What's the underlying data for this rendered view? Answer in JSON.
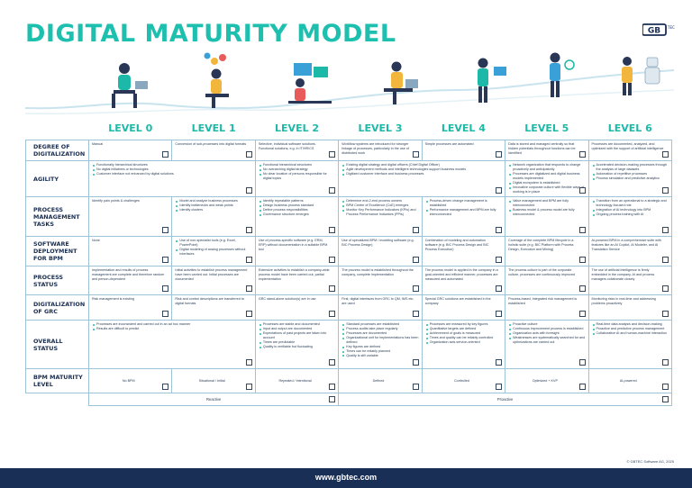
{
  "title": "DIGITAL MATURITY MODEL",
  "logo_mark": "GB",
  "logo_sup": "TEC",
  "levels": [
    "LEVEL 0",
    "LEVEL 1",
    "LEVEL 2",
    "LEVEL 3",
    "LEVEL 4",
    "LEVEL 5",
    "LEVEL 6"
  ],
  "rows": [
    {
      "label": "DEGREE OF DIGITALIZATION",
      "cells": [
        {
          "text": "Manual"
        },
        {
          "text": "Conversion of sub-processes into digital formats"
        },
        {
          "text": "Selective, individual software solutions. Functional solutions, e.g. in IT/HR/CS"
        },
        {
          "text": "Workflow systems are introduced for stronger linkage of processes, particularly in the use of distributed work"
        },
        {
          "text": "Simple processes are automated"
        },
        {
          "text": "Data is stored and managed centrally so that hidden potentials throughout functions can be identified"
        },
        {
          "text": "Processes are documented, analyzed, and optimized with the support of artificial intelligence"
        }
      ]
    },
    {
      "label": "AGILITY",
      "cells": [
        {
          "items": [
            "Functionally hierarchical structures",
            "No digital initiatives or technologies",
            "Customer interface not enhanced by digital solutions"
          ],
          "span": 2
        },
        {
          "items": [
            "Functional hierarchical structures",
            "No overarching digital strategy",
            "No clear location of persons responsible for digital topics"
          ]
        },
        {
          "items": [
            "Existing digital strategy and digital officers (Chief Digital Officer)",
            "Agile development methods and intelligent technologies support business models",
            "Digitized customer interface and business processes"
          ],
          "span": 2
        },
        {
          "items": [
            "Network organization that responds to change proactively and anticipatorily",
            "Processes are digitalized and digital business models implemented",
            "Digital ecosystem is established",
            "Innovative corporate culture with flexible ways of working is in place"
          ]
        },
        {
          "items": [
            "Accelerated decision-making processes through the analysis of large datasets",
            "Automation of repetitive processes",
            "Process simulation and predictive analytics"
          ]
        }
      ]
    },
    {
      "label": "PROCESS MANAGEMENT TASKS",
      "cells": [
        {
          "text": "Identify pain points & challenges"
        },
        {
          "items": [
            "Model and analyze business processes",
            "Identify bottlenecks and weak points",
            "Identify clusters"
          ]
        },
        {
          "items": [
            "Identify repeatable patterns",
            "Design business process standard",
            "Define process responsibilities",
            "Governance structure emerges"
          ]
        },
        {
          "items": [
            "Determine end-2-end process owners",
            "BPM Center of Excellence (CoE) emerges",
            "Monitor Key Performance Indicators (KPIs) and Process Performance Indicators (PPIs)"
          ]
        },
        {
          "items": [
            "Process-driven change management is established",
            "Performance management and BPM are fully interconnected"
          ]
        },
        {
          "items": [
            "Value management and BPM are fully interconnected",
            "Business model & process model are fully interconnected"
          ]
        },
        {
          "items": [
            "Transition from an operational to a strategic and technology-focused role",
            "Integration of AI technology into BPM",
            "Ongoing process training with AI"
          ]
        }
      ]
    },
    {
      "label": "SOFTWARE DEPLOYMENT FOR BPM",
      "cells": [
        {
          "text": "None"
        },
        {
          "items": [
            "Use of non-specialist tools (e.g. Excel, PowerPoint)",
            "Digital modeling of analog processes without interfaces"
          ]
        },
        {
          "text": "Use of process-specific software (e.g. ERM, ERP) without documentation in a suitable BPM tool"
        },
        {
          "text": "Use of specialized BPM / modeling software (e.g. BIC Process Design)"
        },
        {
          "text": "Combination of modeling and automation software (e.g. BIC Process Design and BIC Process Execution)"
        },
        {
          "text": "Coverage of the complete BPM lifecycle in a holistic suite (e.g. BIC Platform with Process Design, Execution and Mining)"
        },
        {
          "text": "AI-powered BPM in a comprehensive suite with features like an AI Copilot, AI Modeler, and AI Translation Service"
        }
      ]
    },
    {
      "label": "PROCESS STATUS",
      "cells": [
        {
          "text": "Implementation and results of process management are complete and therefore random and person-dependent"
        },
        {
          "text": "Initial activities to establish process management have been carried out. Initial processes are documented"
        },
        {
          "text": "Extensive activities to establish a company-wide process model have been carried out, partial implementation"
        },
        {
          "text": "The process model is established throughout the company, complete implementation"
        },
        {
          "text": "The process model is applied in the company in a goal-oriented and efficient manner, processes are measured and automated"
        },
        {
          "text": "The process culture is part of the corporate culture, processes are continuously improved"
        },
        {
          "text": "The use of artificial intelligence is firmly embedded in the company. AI and process managers collaborate closely"
        }
      ]
    },
    {
      "label": "DIGITALIZATION OF GRC",
      "cells": [
        {
          "text": "Risk management is existing"
        },
        {
          "text": "Risk and control descriptions are transferred to digital formats"
        },
        {
          "text": "GRC stand-alone solution(s) are in use"
        },
        {
          "text": "First, digital interfaces from GRC to QM, IMS etc. are used"
        },
        {
          "text": "Special GRC solutions are established in the company"
        },
        {
          "text": "Process-based, integrated risk management is established"
        },
        {
          "text": "Monitoring risks in real-time and addressing problems proactively"
        }
      ]
    },
    {
      "label": "OVERALL STATUS",
      "cells": [
        {
          "items": [
            "Processes are inconsistent and carried out in an ad hoc manner",
            "Results are difficult to predict"
          ],
          "span": 2
        },
        {
          "items": [
            "Processes are stable and documented",
            "Input and output are documented",
            "Expectations of past projects are taken into account",
            "Times are predictable",
            "Quality is verifiable but fluctuating"
          ]
        },
        {
          "items": [
            "Standard processes are established",
            "Process audits take place regularly",
            "Processes are documented",
            "Organizational unit for implementations has been defined",
            "Key figures are defined",
            "Times can be reliably planned",
            "Quality is still variable"
          ]
        },
        {
          "items": [
            "Processes are measured by key figures",
            "Quantitative targets are defined",
            "Achievement of goals is measured",
            "Times and quality can be reliably controlled",
            "Organization acts service-oriented"
          ]
        },
        {
          "items": [
            "Proactive culture",
            "Continuous improvement process is established",
            "Organization acts with foresight",
            "Weaknesses are systematically searched for and optimizations are carried out"
          ]
        },
        {
          "items": [
            "Real-time data analysis and decision-making",
            "Proactive and predictive process management",
            "Collaborative AI and human-machine interaction"
          ]
        }
      ]
    },
    {
      "label": "BPM MATURITY LEVEL",
      "cells": [
        {
          "text": "No BPM",
          "center": true
        },
        {
          "text": "Situational / Initial",
          "center": true
        },
        {
          "text": "Repeated / Intentional",
          "center": true
        },
        {
          "text": "Defined",
          "center": true
        },
        {
          "text": "Controlled",
          "center": true
        },
        {
          "text": "Optimized + KVP",
          "center": true
        },
        {
          "text": "AI-powered",
          "center": true
        }
      ]
    }
  ],
  "phases": [
    {
      "label": "Reactive",
      "span": 3
    },
    {
      "label": "Proactive",
      "span": 4
    }
  ],
  "copyright": "© GBTEC Software AG, 2025",
  "footer_url": "www.gbtec.com",
  "colors": {
    "accent": "#1db9a8",
    "navy": "#1a2f55",
    "grid": "#9ec3d6"
  },
  "icons": [
    "gbtec-logo",
    "checkbox-icon",
    "person-illustration"
  ]
}
